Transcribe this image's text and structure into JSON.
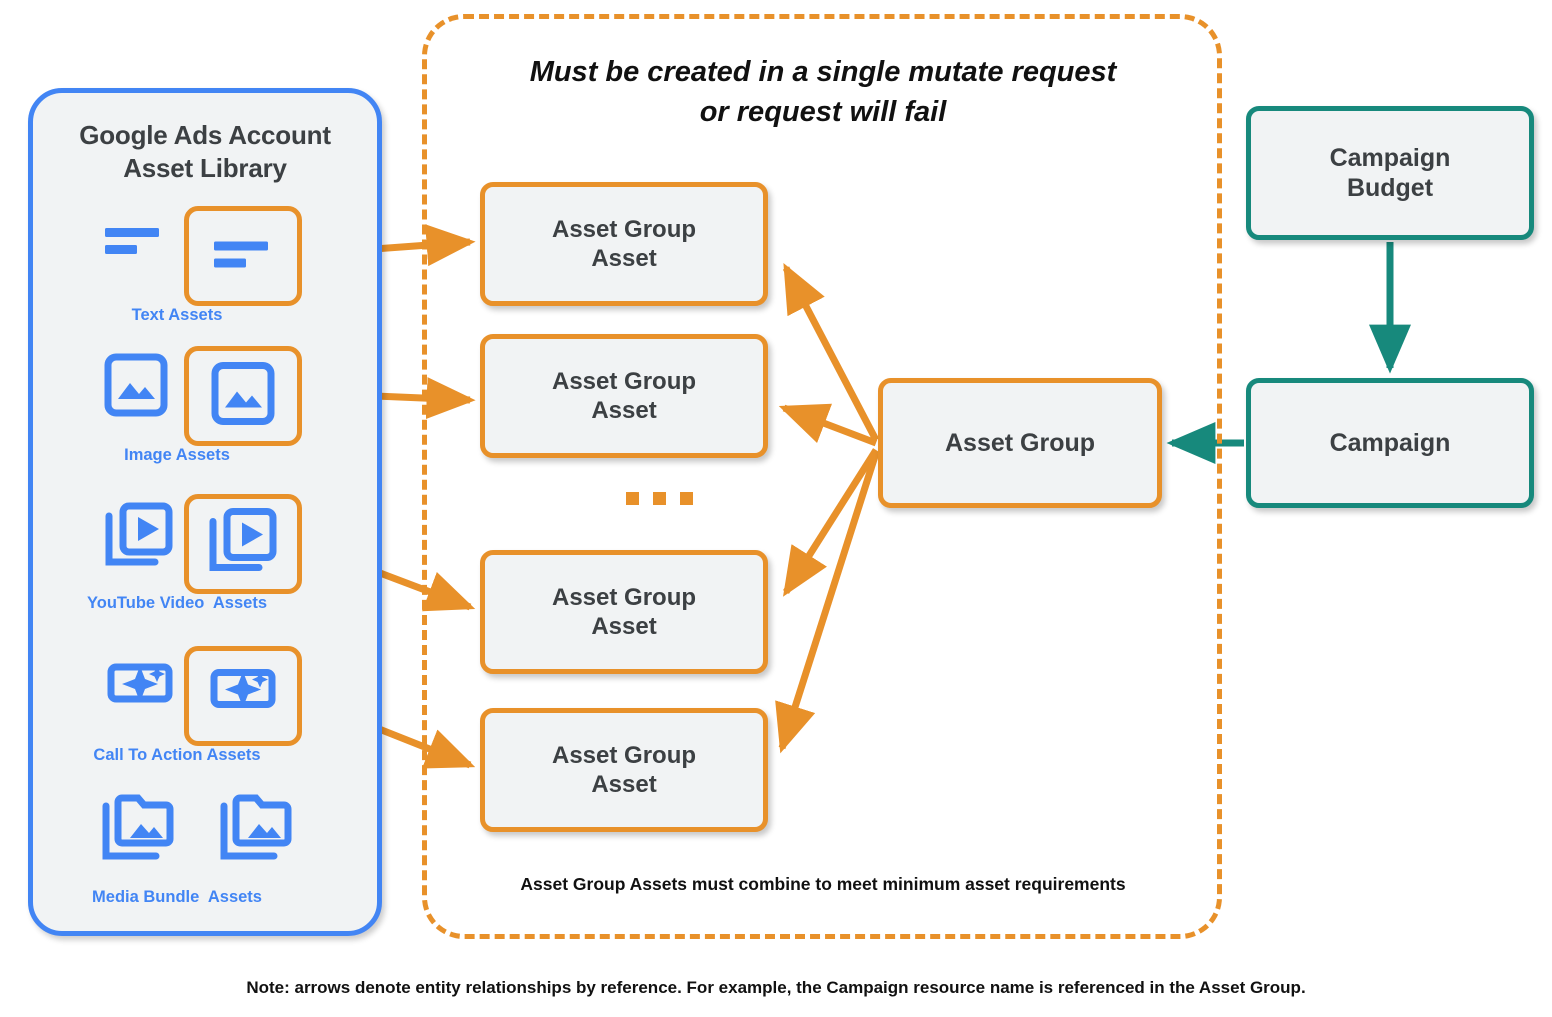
{
  "colors": {
    "orange": "#e8912a",
    "blue": "#4285f4",
    "teal": "#17897c",
    "node_fill": "#f1f3f4",
    "text_dark": "#3c4043"
  },
  "library_panel": {
    "title": "Google Ads Account\nAsset Library",
    "title_line1": "Google Ads Account",
    "title_line2": "Asset Library",
    "assets": [
      {
        "label": "Text Assets",
        "icon": "text-lines-icon",
        "highlighted": true
      },
      {
        "label": "Image Assets",
        "icon": "image-icon",
        "highlighted": true
      },
      {
        "label": "YouTube Video  Assets",
        "icon": "video-stack-icon",
        "highlighted": true
      },
      {
        "label": "Call To Action Assets",
        "icon": "call-to-action-icon",
        "highlighted": true
      },
      {
        "label": "Media Bundle  Assets",
        "icon": "media-bundle-folder-icon",
        "highlighted": false
      }
    ]
  },
  "mutate_panel": {
    "heading_line1": "Must be created in a single mutate request",
    "heading_line2": "or request will fail",
    "footnote": "Asset Group Assets must combine to meet minimum asset requirements",
    "ellipsis": "...",
    "asset_group_assets": [
      {
        "label": "Asset Group\nAsset",
        "line1": "Asset Group",
        "line2": "Asset"
      },
      {
        "label": "Asset Group\nAsset",
        "line1": "Asset Group",
        "line2": "Asset"
      },
      {
        "label": "Asset Group\nAsset",
        "line1": "Asset Group",
        "line2": "Asset"
      },
      {
        "label": "Asset Group\nAsset",
        "line1": "Asset Group",
        "line2": "Asset"
      }
    ]
  },
  "nodes": {
    "asset_group": "Asset Group",
    "campaign_budget_line1": "Campaign",
    "campaign_budget_line2": "Budget",
    "campaign": "Campaign"
  },
  "footer": {
    "note": "Note: arrows denote entity relationships by reference. For example, the Campaign resource name is referenced in the Asset Group."
  }
}
